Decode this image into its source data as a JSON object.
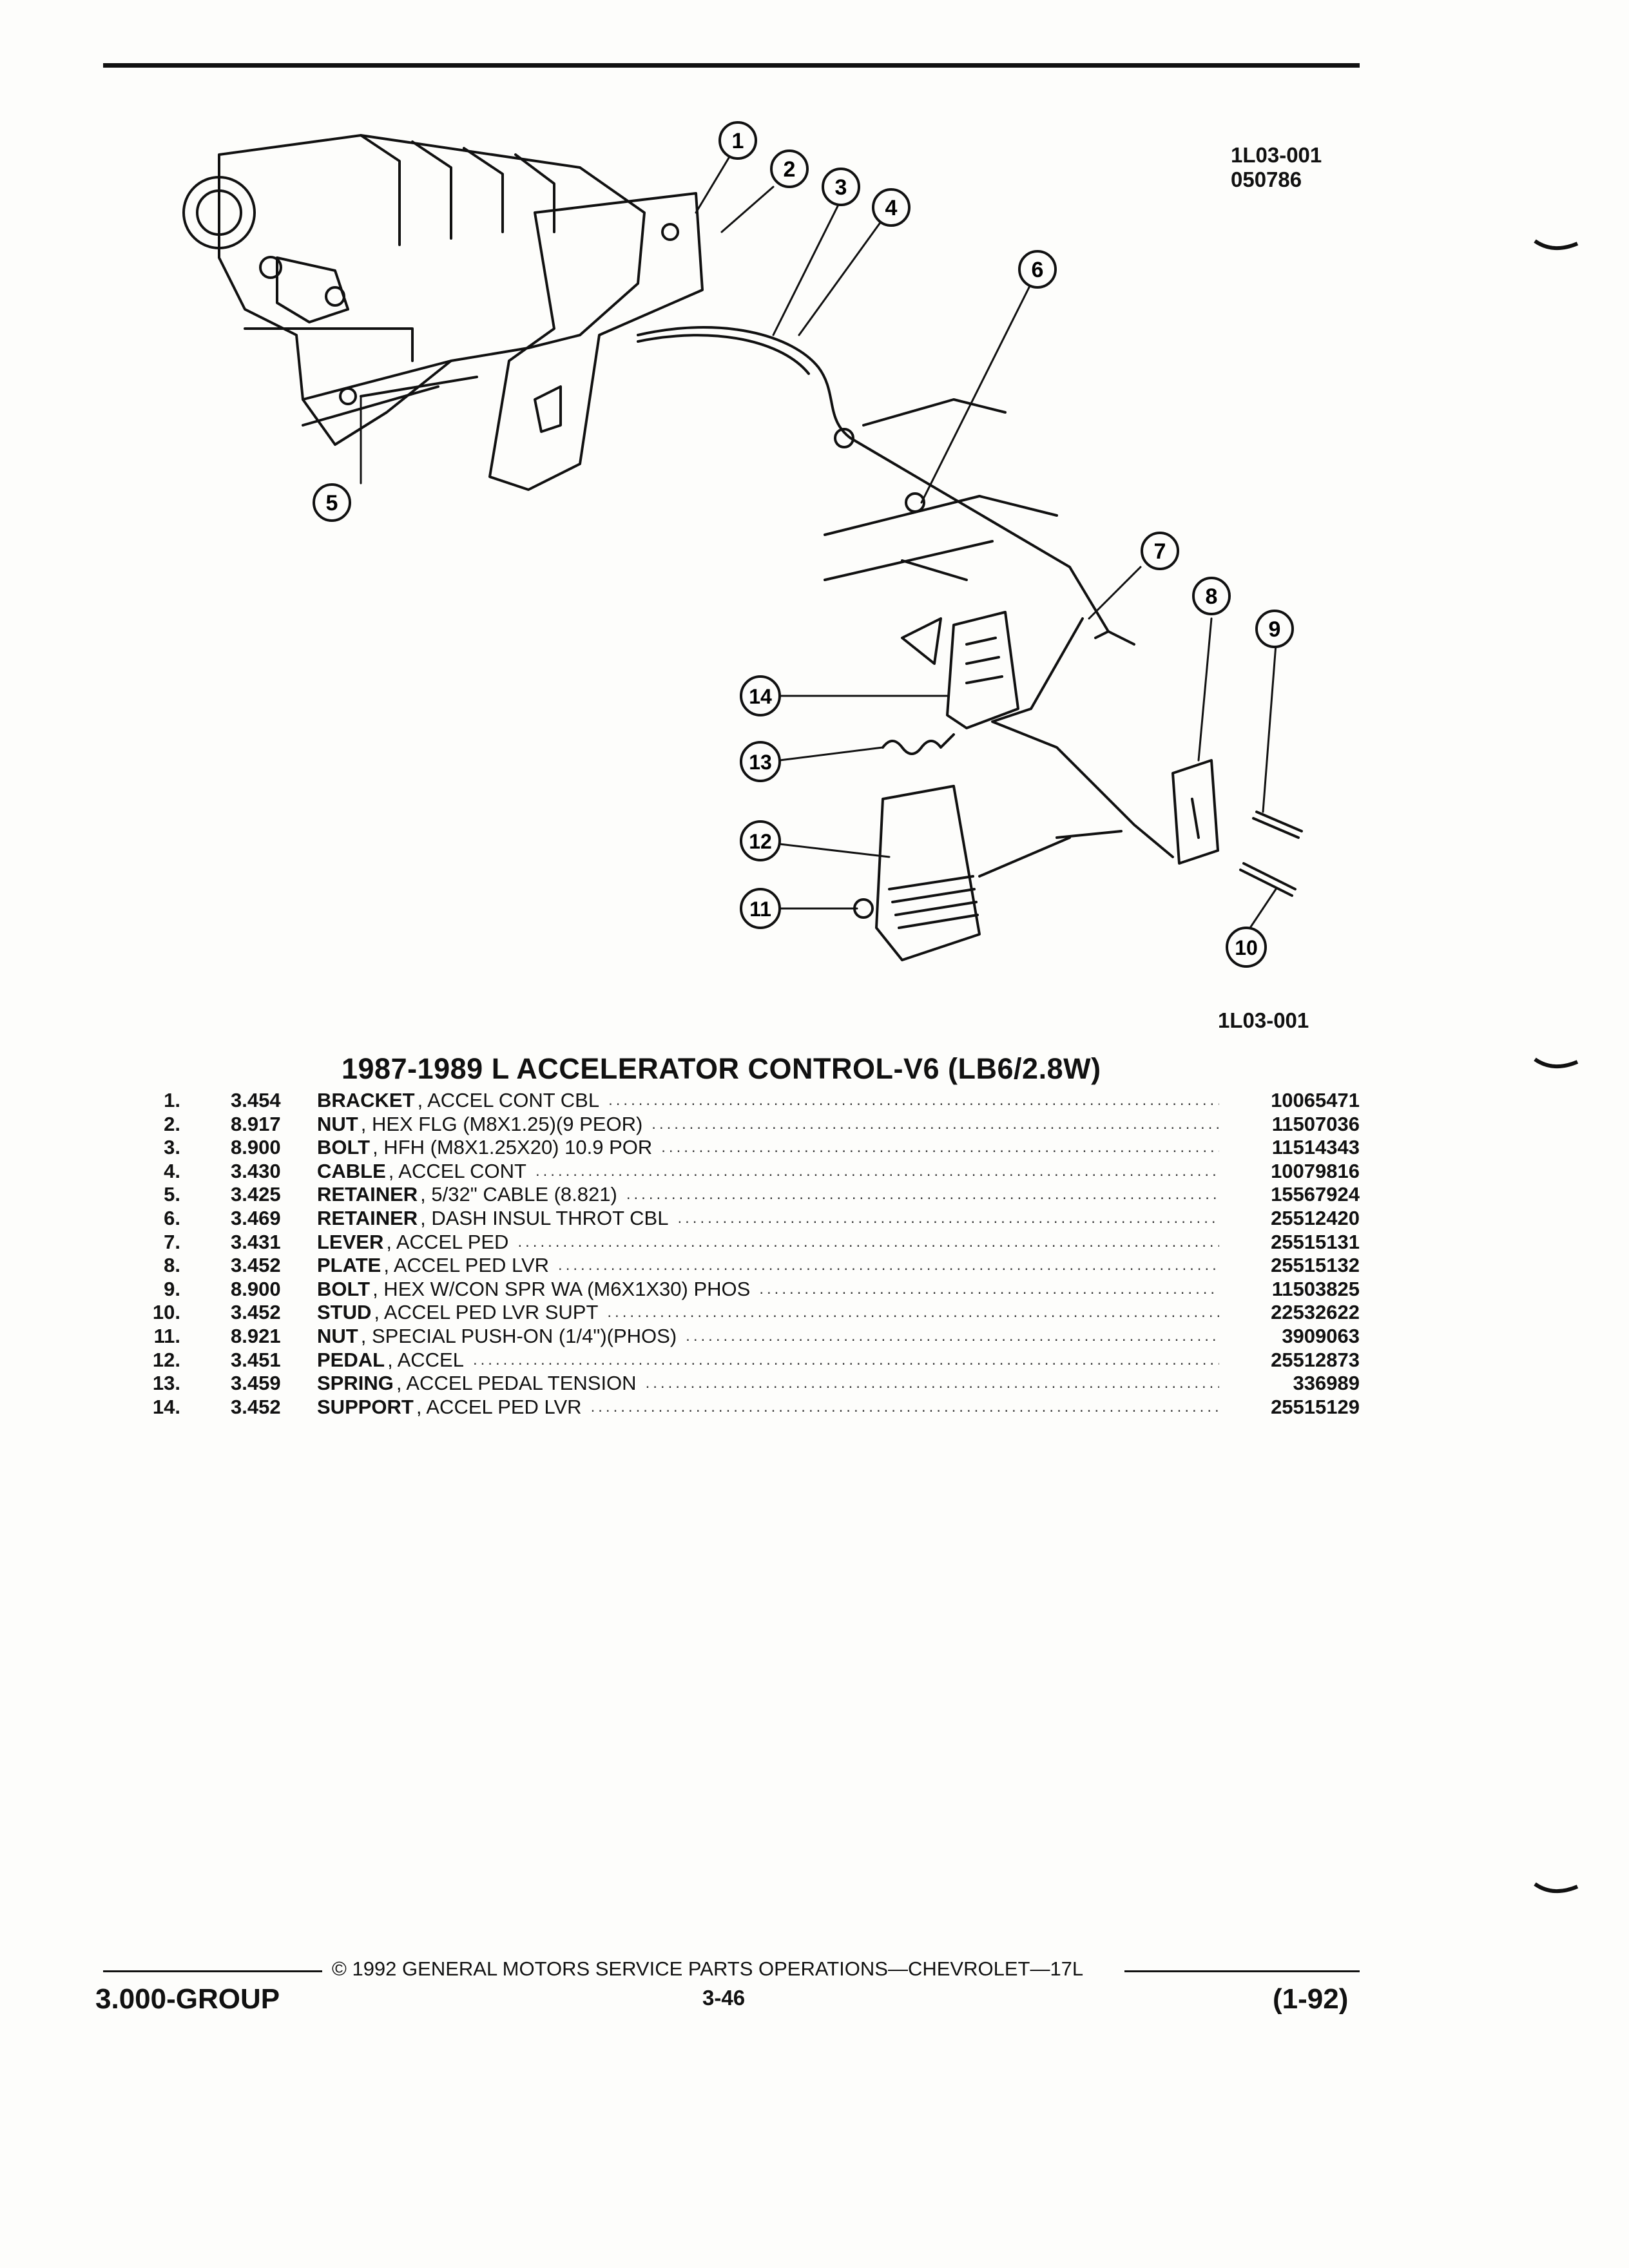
{
  "diagram": {
    "id_top": "1L03-001",
    "date_code": "050786",
    "id_bottom": "1L03-001",
    "callouts": [
      "1",
      "2",
      "3",
      "4",
      "5",
      "6",
      "7",
      "8",
      "9",
      "10",
      "11",
      "12",
      "13",
      "14"
    ]
  },
  "title": "1987-1989 L ACCELERATOR CONTROL-V6 (LB6/2.8W)",
  "parts": [
    {
      "num": "1.",
      "group": "3.454",
      "name": "BRACKET",
      "desc": ", ACCEL CONT CBL",
      "part_number": "10065471"
    },
    {
      "num": "2.",
      "group": "8.917",
      "name": "NUT",
      "desc": ", HEX FLG (M8X1.25)(9 PEOR)",
      "part_number": "11507036"
    },
    {
      "num": "3.",
      "group": "8.900",
      "name": "BOLT",
      "desc": ", HFH (M8X1.25X20) 10.9 POR",
      "part_number": "11514343"
    },
    {
      "num": "4.",
      "group": "3.430",
      "name": "CABLE",
      "desc": ", ACCEL CONT",
      "part_number": "10079816"
    },
    {
      "num": "5.",
      "group": "3.425",
      "name": "RETAINER",
      "desc": ", 5/32\" CABLE (8.821)",
      "part_number": "15567924"
    },
    {
      "num": "6.",
      "group": "3.469",
      "name": "RETAINER",
      "desc": ", DASH INSUL THROT CBL",
      "part_number": "25512420"
    },
    {
      "num": "7.",
      "group": "3.431",
      "name": "LEVER",
      "desc": ", ACCEL PED",
      "part_number": "25515131"
    },
    {
      "num": "8.",
      "group": "3.452",
      "name": "PLATE",
      "desc": ", ACCEL PED LVR",
      "part_number": "25515132"
    },
    {
      "num": "9.",
      "group": "8.900",
      "name": "BOLT",
      "desc": ", HEX W/CON SPR WA (M6X1X30) PHOS",
      "part_number": "11503825"
    },
    {
      "num": "10.",
      "group": "3.452",
      "name": "STUD",
      "desc": ", ACCEL PED LVR SUPT",
      "part_number": "22532622"
    },
    {
      "num": "11.",
      "group": "8.921",
      "name": "NUT",
      "desc": ", SPECIAL PUSH-ON (1/4\")(PHOS)",
      "part_number": "3909063"
    },
    {
      "num": "12.",
      "group": "3.451",
      "name": "PEDAL",
      "desc": ", ACCEL",
      "part_number": "25512873"
    },
    {
      "num": "13.",
      "group": "3.459",
      "name": "SPRING",
      "desc": ", ACCEL PEDAL TENSION",
      "part_number": "336989"
    },
    {
      "num": "14.",
      "group": "3.452",
      "name": "SUPPORT",
      "desc": ", ACCEL PED LVR",
      "part_number": "25515129"
    }
  ],
  "footer": {
    "copyright": "© 1992 GENERAL MOTORS SERVICE PARTS OPERATIONS—CHEVROLET—17L",
    "group": "3.000-GROUP",
    "page": "3-46",
    "date": "(1-92)"
  }
}
